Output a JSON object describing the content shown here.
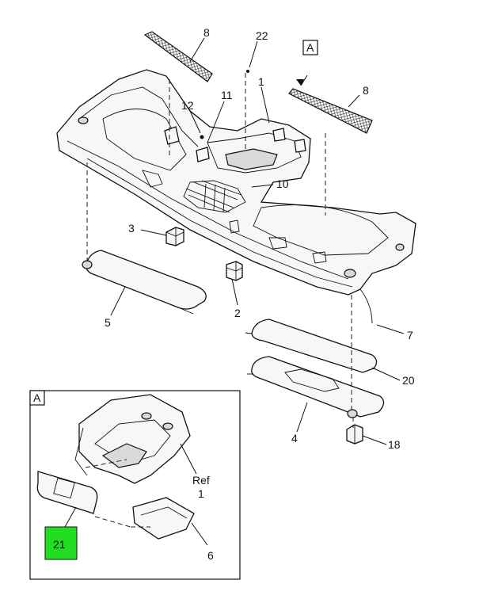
{
  "callouts": {
    "c1": "1",
    "c2": "2",
    "c3": "3",
    "c4": "4",
    "c5": "5",
    "c6": "6",
    "c7": "7",
    "c8a": "8",
    "c8b": "8",
    "c10": "10",
    "c11": "11",
    "c12": "12",
    "c18": "18",
    "c20": "20",
    "c21": "21",
    "c22": "22",
    "detail_ref_line1": "Ref",
    "detail_ref_line2": "1"
  },
  "view_labels": {
    "view_a_pointer": "A",
    "detail_box_label": "A"
  },
  "colors": {
    "highlight": "#22dd22",
    "line": "#111111"
  }
}
